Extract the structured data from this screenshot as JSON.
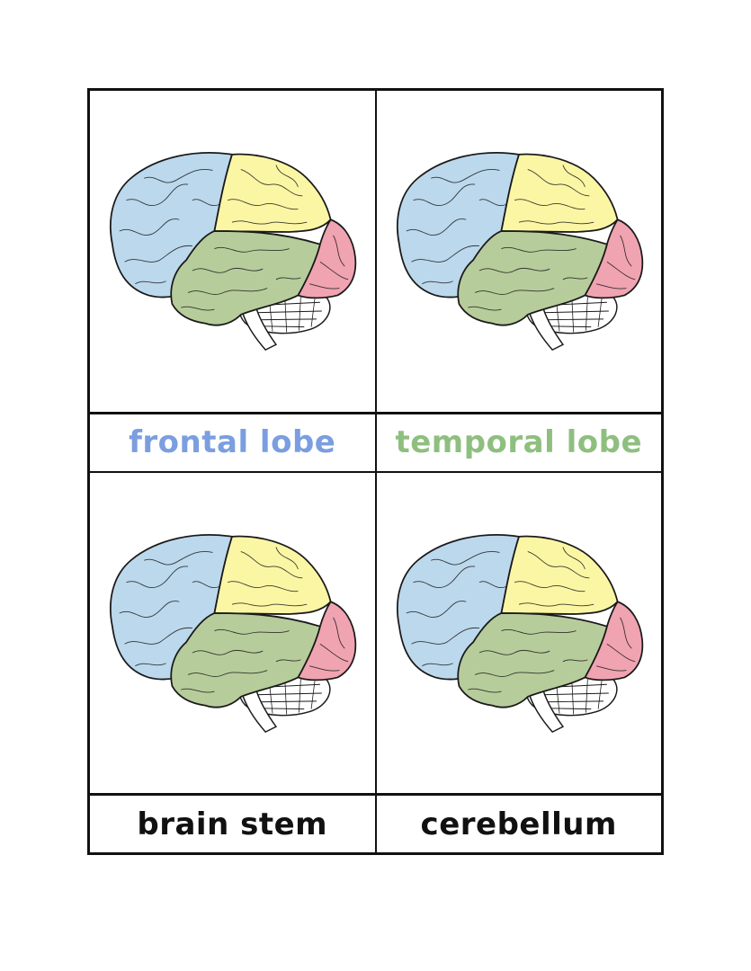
{
  "cards": [
    {
      "label": "frontal lobe",
      "label_color": "#7a9ee0"
    },
    {
      "label": "temporal lobe",
      "label_color": "#8fbf7f"
    },
    {
      "label": "brain stem",
      "label_color": "#111111"
    },
    {
      "label": "cerebellum",
      "label_color": "#111111"
    }
  ],
  "colors": {
    "frontal": "#bcd8ec",
    "parietal": "#fbf6a4",
    "temporal": "#b7cc9b",
    "occipital": "#f0a3b1",
    "outline": "#1a1a1a"
  }
}
